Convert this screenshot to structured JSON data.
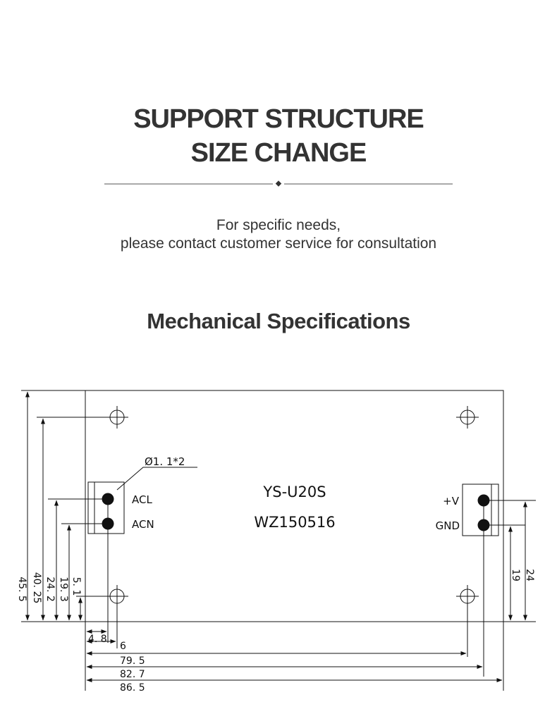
{
  "header": {
    "title_line1": "SUPPORT STRUCTURE",
    "title_line2": "SIZE CHANGE",
    "subtitle_line1": "For specific needs,",
    "subtitle_line2": "please contact customer service for consultation"
  },
  "section": {
    "title": "Mechanical Specifications"
  },
  "drawing": {
    "model": "YS-U20S",
    "code": "WZ150516",
    "hole_note": "Ø1. 1*2",
    "input_labels": {
      "acl": "ACL",
      "acn": "ACN"
    },
    "output_labels": {
      "plus_v": "+V",
      "gnd": "GND"
    },
    "dims": {
      "height_total": "45. 5",
      "height_40": "40. 25",
      "height_24_2": "24. 2",
      "height_19_3": "19. 3",
      "height_5_1": "5. 1",
      "right_24": "24",
      "right_19": "19",
      "bottom_4_8": "4. 8",
      "bottom_6": "6",
      "bottom_79_5": "79. 5",
      "bottom_82_7": "82. 7",
      "bottom_86_5": "86. 5"
    },
    "colors": {
      "line": "#111111"
    }
  }
}
